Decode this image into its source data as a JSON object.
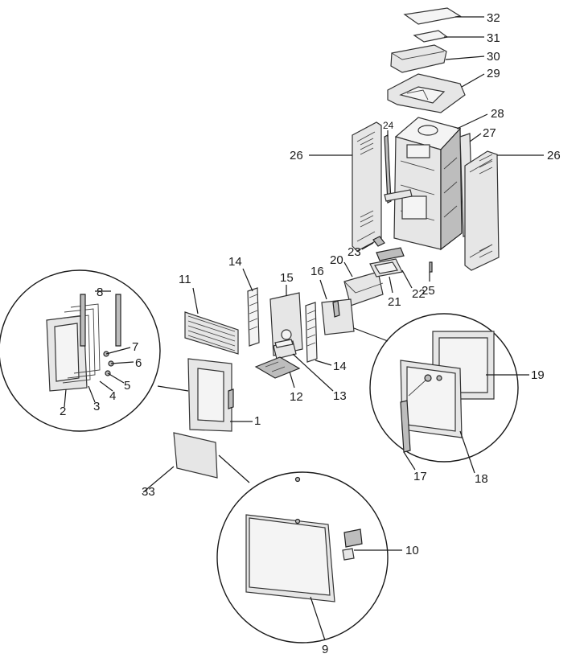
{
  "diagram": {
    "labels": {
      "p1": "1",
      "p2": "2",
      "p3": "3",
      "p4": "4",
      "p5": "5",
      "p6": "6",
      "p7": "7",
      "p8": "8",
      "p9": "9",
      "p10": "10",
      "p11": "11",
      "p12": "12",
      "p13": "13",
      "p14a": "14",
      "p14b": "14",
      "p15": "15",
      "p16": "16",
      "p17": "17",
      "p18": "18",
      "p19": "19",
      "p20": "20",
      "p21": "21",
      "p22": "22",
      "p23": "23",
      "p24": "24",
      "p25": "25",
      "p26a": "26",
      "p26b": "26",
      "p27": "27",
      "p28": "28",
      "p29": "29",
      "p30": "30",
      "p31": "31",
      "p32": "32",
      "p33": "33"
    }
  }
}
